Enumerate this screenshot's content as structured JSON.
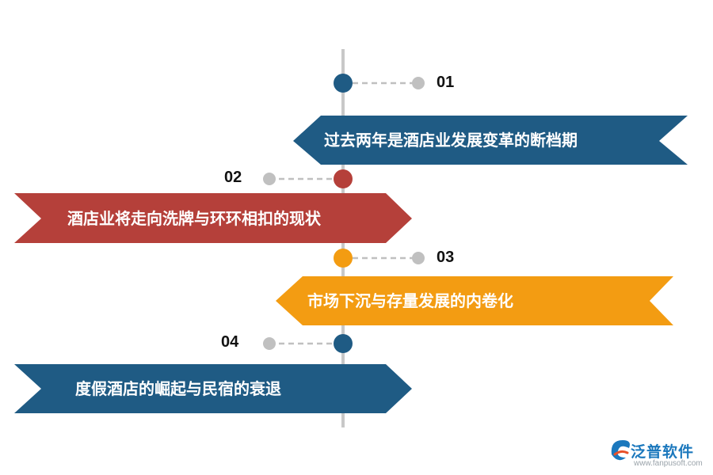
{
  "timeline": {
    "items": [
      {
        "number": "01",
        "text": "过去两年是酒店业发展变革的断档期",
        "color": "#1f5b84"
      },
      {
        "number": "02",
        "text": "酒店业将走向洗牌与环环相扣的现状",
        "color": "#b5403a"
      },
      {
        "number": "03",
        "text": "市场下沉与存量发展的内卷化",
        "color": "#f39c12"
      },
      {
        "number": "04",
        "text": "度假酒店的崛起与民宿的衰退",
        "color": "#1f5b84"
      }
    ],
    "axis_color": "#c8c8c8",
    "connector_color": "#c0c0c0"
  },
  "logo": {
    "name": "泛普软件",
    "url": "www.fanpusoft.com",
    "color": "#1b78bd"
  }
}
